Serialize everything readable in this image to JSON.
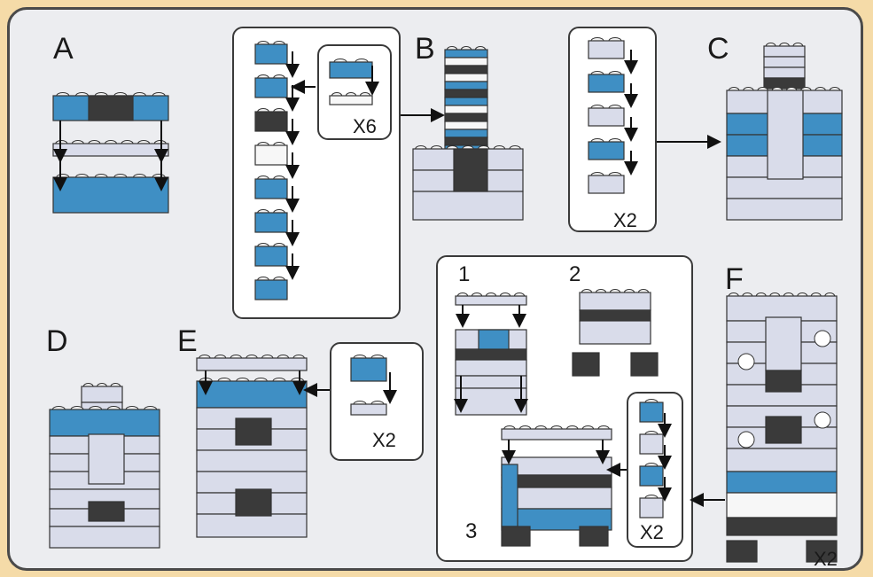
{
  "figure": {
    "steps": [
      "A",
      "B",
      "C",
      "D",
      "E",
      "F"
    ],
    "substeps": [
      "1",
      "2",
      "3"
    ],
    "multipliers": {
      "b_inset": "X6",
      "c_box": "X2",
      "e_box": "X2",
      "f_box": "X2",
      "f_model": "X2"
    }
  },
  "colors": {
    "background": "#f5dba8",
    "panel": "#ecedf0",
    "brick_blue": "#3f8fc4",
    "brick_light": "#d9dcea",
    "brick_dark": "#3a3a3a",
    "brick_white": "#f7f7f7"
  }
}
